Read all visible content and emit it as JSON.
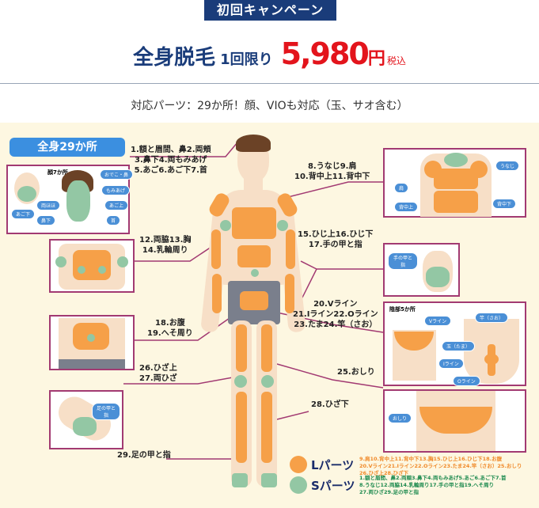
{
  "header": {
    "badge": "初回キャンペーン",
    "title": "全身脱毛",
    "once": "1回限り",
    "price": "5,980",
    "yen": "円",
    "tax": "税込",
    "subtitle": "対応パーツ：29か所！顔、VIOも対応（玉、サオ含む）"
  },
  "illustration": {
    "all_label": "全身29か所",
    "face": {
      "title": "顔7か所",
      "tags": [
        "おでこ・鼻",
        "もみあげ",
        "両ほほ",
        "あご上",
        "あご下",
        "鼻下",
        "首"
      ]
    },
    "callouts": {
      "c1": [
        "1.額と眉間、鼻2.両頬",
        "3.鼻下4.両もみあげ",
        "5.あご6.あご下7.首"
      ],
      "c8": [
        "8.うなじ9.肩",
        "10.背中上11.背中下"
      ],
      "c12": [
        "12.両脇13.胸",
        "14.乳輪周り"
      ],
      "c15": [
        "15.ひじ上16.ひじ下",
        "17.手の甲と指"
      ],
      "c18": [
        "18.お腹",
        "19.へそ周り"
      ],
      "c20": [
        "20.Vライン",
        "21.Iライン22.Oライン",
        "23.たま24.竿（さお）"
      ],
      "c25": "25.おしり",
      "c26": [
        "26.ひざ上",
        "27.両ひざ"
      ],
      "c28": "28.ひざ下",
      "c29": "29.足の甲と指"
    },
    "back_tags": [
      "うなじ",
      "肩",
      "背中上",
      "背中下"
    ],
    "hand_tag": "手の甲と指",
    "vio": {
      "title": "陰部5か所",
      "tags": [
        "Vライン",
        "竿（さお）",
        "玉（たま）",
        "Iライン",
        "Oライン"
      ]
    },
    "butt_tag": "おしり",
    "foot_tag": "足の甲と指"
  },
  "legend": {
    "l_label": "Lパーツ",
    "l_text": [
      "9.肩10.背中上11.背中下13.胸15.ひじ上16.ひじ下18.お腹",
      "20.Vライン21.Iライン22.Oライン23.たま24.竿（さお）25.おしり",
      "26.ひざ上28.ひざ下"
    ],
    "s_label": "Sパーツ",
    "s_text": [
      "1.額と眉間、鼻2.両頬3.鼻下4.両もみあげ5.あご6.あご下7.首",
      "8.うなじ12.両脇14.乳輪周り17.手の甲と指19.へそ周り",
      "27.両ひざ29.足の甲と指"
    ],
    "colors": {
      "l": "#f6a048",
      "s": "#93c7a4"
    }
  },
  "colors": {
    "navy": "#1a3c7a",
    "red": "#e3141c",
    "frame": "#a23a72",
    "bg": "#fdf7e1"
  }
}
